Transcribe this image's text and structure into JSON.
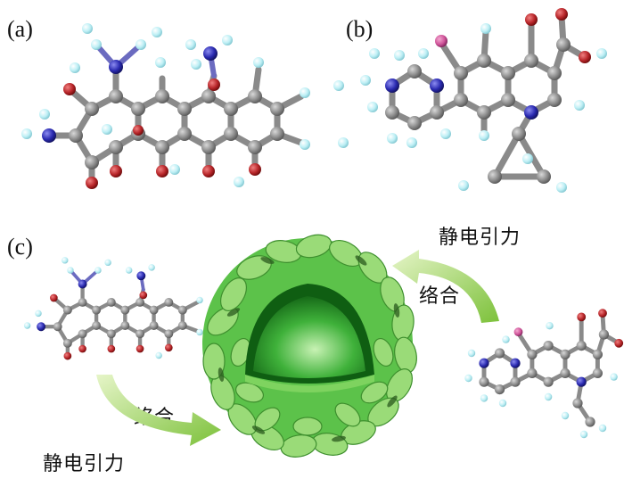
{
  "panels": {
    "a": {
      "label": "(a)"
    },
    "b": {
      "label": "(b)"
    },
    "c": {
      "label": "(c)"
    }
  },
  "annotations": {
    "electrostatic_top": "静电引力",
    "complexation_top": "络合",
    "complexation_bottom": "络合",
    "electrostatic_bottom": "静电引力"
  },
  "colors": {
    "carbon": "#8c8c8c",
    "oxygen": "#b8262a",
    "nitrogen": "#2a2ab0",
    "hydrogen": "#bdeff5",
    "fluorine": "#d0559a",
    "arrow": "#8cc43c",
    "sphere": "#2fa32f"
  }
}
